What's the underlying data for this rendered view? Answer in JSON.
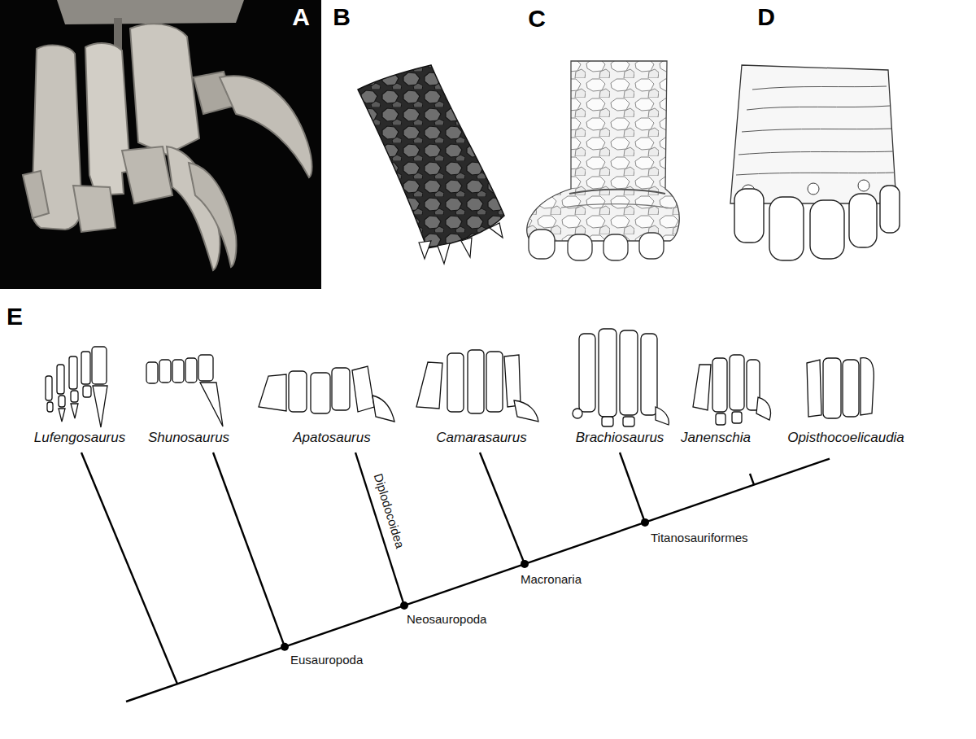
{
  "diagram": {
    "labels": [
      "A",
      "B",
      "C",
      "D",
      "E",
      "Lufengosaurus",
      "Shunosaurus",
      "Apatosaurus",
      "Camarasaurus",
      "Brachiosaurus",
      "Janenschia",
      "Opisthocoelicaudia",
      "Eusauropoda",
      "Neosauropoda",
      "Macronaria",
      "Titanosauriformes",
      "Diplodocoidea"
    ]
  }
}
